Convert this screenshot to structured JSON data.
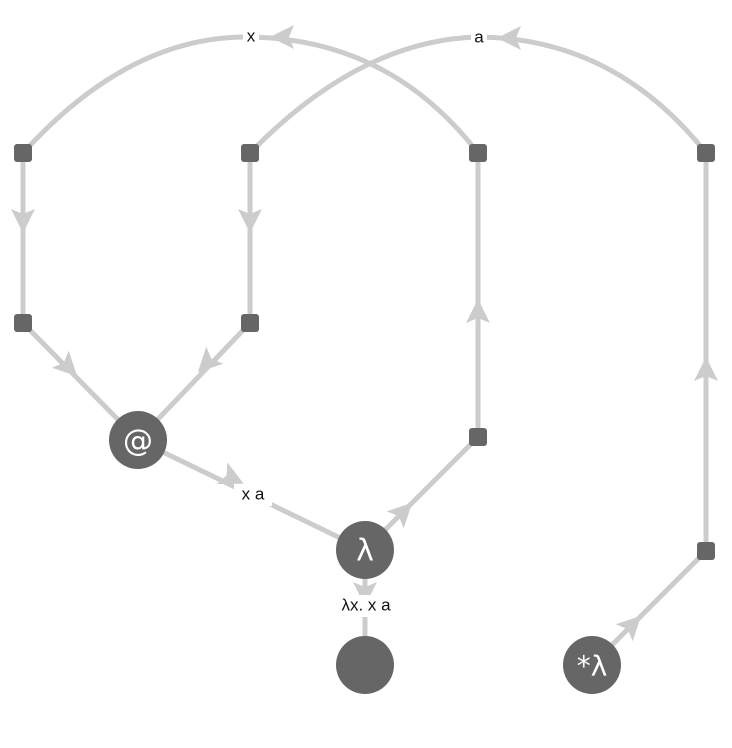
{
  "colors": {
    "edge": "#cccccc",
    "node": "#666666",
    "node_text": "#ffffff",
    "label_text": "#111111",
    "background": "#ffffff"
  },
  "labels": {
    "x": "x",
    "a": "a",
    "xa": "x a",
    "lam_xa": "λx. x a"
  },
  "nodes": {
    "app": "@",
    "lam": "λ",
    "root": "",
    "star_lam": "*λ"
  }
}
